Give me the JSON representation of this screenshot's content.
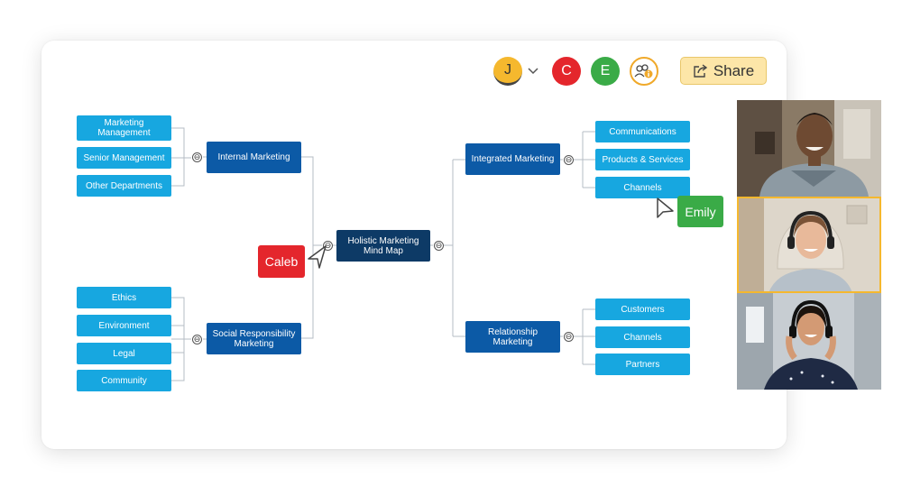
{
  "collaborators": {
    "avatars": [
      {
        "initial": "J",
        "color": "#f5b82e"
      },
      {
        "initial": "C",
        "color": "#e4262c"
      },
      {
        "initial": "E",
        "color": "#3aab47"
      }
    ],
    "participants_icon": "group-info-icon",
    "share_label": "Share",
    "share_icon": "share-export-icon"
  },
  "mindmap": {
    "root": "Holistic Marketing Mind Map",
    "internal_marketing": {
      "label": "Internal Marketing",
      "children": [
        "Marketing Management",
        "Senior Management",
        "Other Departments"
      ]
    },
    "social_responsibility": {
      "label": "Social Responsibility Marketing",
      "children": [
        "Ethics",
        "Environment",
        "Legal",
        "Community"
      ]
    },
    "integrated_marketing": {
      "label": "Integrated Marketing",
      "children": [
        "Communications",
        "Products & Services",
        "Channels"
      ]
    },
    "relationship_marketing": {
      "label": "Relationship Marketing",
      "children": [
        "Customers",
        "Channels",
        "Partners"
      ]
    },
    "collapse_symbol": "⊖"
  },
  "cursors": {
    "caleb": {
      "name": "Caleb",
      "color": "#e4262c"
    },
    "emily": {
      "name": "Emily",
      "color": "#3aab47"
    }
  },
  "video_call": {
    "tiles": [
      "video-participant-1",
      "video-participant-2",
      "video-participant-3"
    ],
    "active_color": "#f5b82e"
  }
}
